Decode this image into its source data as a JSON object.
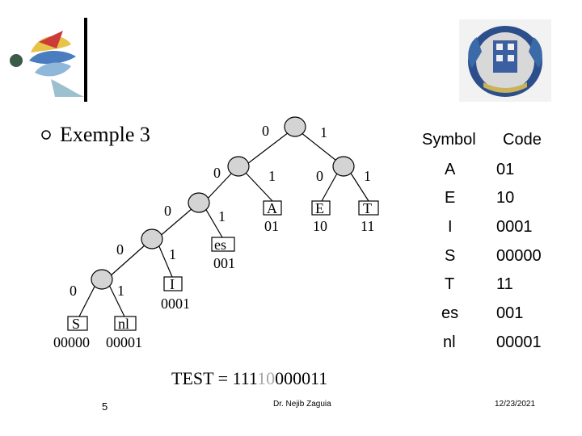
{
  "slide": {
    "title": "Exemple 3",
    "test_prefix": "TEST = 111",
    "test_highlight": "10",
    "test_suffix": "000011",
    "page_number": "5",
    "author": "Dr. Nejib Zaguia",
    "date": "12/23/2021"
  },
  "tree": {
    "edge_labels": [
      "0",
      "1",
      "0",
      "1",
      "0",
      "1",
      "0",
      "1",
      "0",
      "1",
      "0",
      "1"
    ],
    "leaves": [
      {
        "symbol": "A",
        "code": "01"
      },
      {
        "symbol": "E",
        "code": "10"
      },
      {
        "symbol": "T",
        "code": "11"
      },
      {
        "symbol": "es",
        "code": "001"
      },
      {
        "symbol": "I",
        "code": "0001"
      },
      {
        "symbol": "S",
        "code": "00000"
      },
      {
        "symbol": "nl",
        "code": "00001"
      }
    ]
  },
  "table": {
    "headers": [
      "Symbol",
      "Code"
    ],
    "rows": [
      {
        "symbol": "A",
        "code": "01"
      },
      {
        "symbol": "E",
        "code": "10"
      },
      {
        "symbol": "I",
        "code": "0001"
      },
      {
        "symbol": "S",
        "code": "00000"
      },
      {
        "symbol": "T",
        "code": "11"
      },
      {
        "symbol": "es",
        "code": "001"
      },
      {
        "symbol": "nl",
        "code": "00001"
      }
    ]
  },
  "colors": {
    "node_fill": "#d4d4d4",
    "highlight_text": "#a6a6a6",
    "logo_bar": "#000000"
  },
  "icons": {
    "left_logo": "university-emblem-icon",
    "right_logo": "crest-icon",
    "bullet": "ring-bullet-icon"
  }
}
